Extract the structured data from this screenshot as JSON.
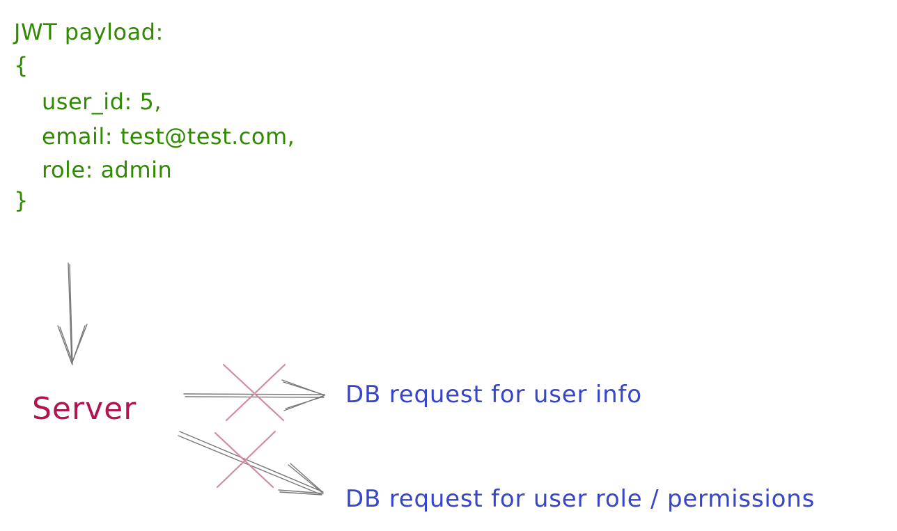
{
  "payload": {
    "header": "JWT payload:",
    "open_brace": "{",
    "field_user_id": "user_id: 5,",
    "field_email": "email: test@test.com,",
    "field_role": "role: admin",
    "close_brace": "}"
  },
  "server": {
    "label": "Server"
  },
  "requests": {
    "user_info": "DB request for user info",
    "user_role": "DB request for user role / permissions"
  },
  "colors": {
    "payload": "#2f8a00",
    "server": "#b01550",
    "request": "#3645c9",
    "arrow": "#777777",
    "cross": "#d48aa3"
  }
}
